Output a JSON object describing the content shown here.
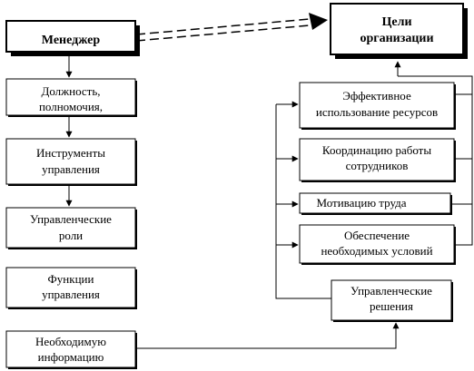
{
  "nodes": {
    "manager": {
      "lines": [
        "Менеджер"
      ]
    },
    "goals": {
      "lines": [
        "Цели",
        "организации"
      ]
    },
    "position": {
      "lines": [
        "Должность,",
        "полномочия,"
      ]
    },
    "tools": {
      "lines": [
        "Инструменты",
        "управления"
      ]
    },
    "roles": {
      "lines": [
        "Управленческие",
        "роли"
      ]
    },
    "functions": {
      "lines": [
        "Функции",
        "управления"
      ]
    },
    "information": {
      "lines": [
        "Необходимую",
        "информацию"
      ]
    },
    "efficiency": {
      "lines": [
        "Эффективное",
        "использование ресурсов"
      ]
    },
    "coordination": {
      "lines": [
        "Координацию работы",
        "сотрудников"
      ]
    },
    "motivation": {
      "lines": [
        "Мотивацию труда"
      ]
    },
    "conditions": {
      "lines": [
        "Обеспечение",
        "необходимых условий"
      ]
    },
    "decisions": {
      "lines": [
        "Управленческие",
        "решения"
      ]
    }
  },
  "colors": {
    "line": "#000000",
    "shadow": "#000000",
    "background": "#ffffff"
  }
}
